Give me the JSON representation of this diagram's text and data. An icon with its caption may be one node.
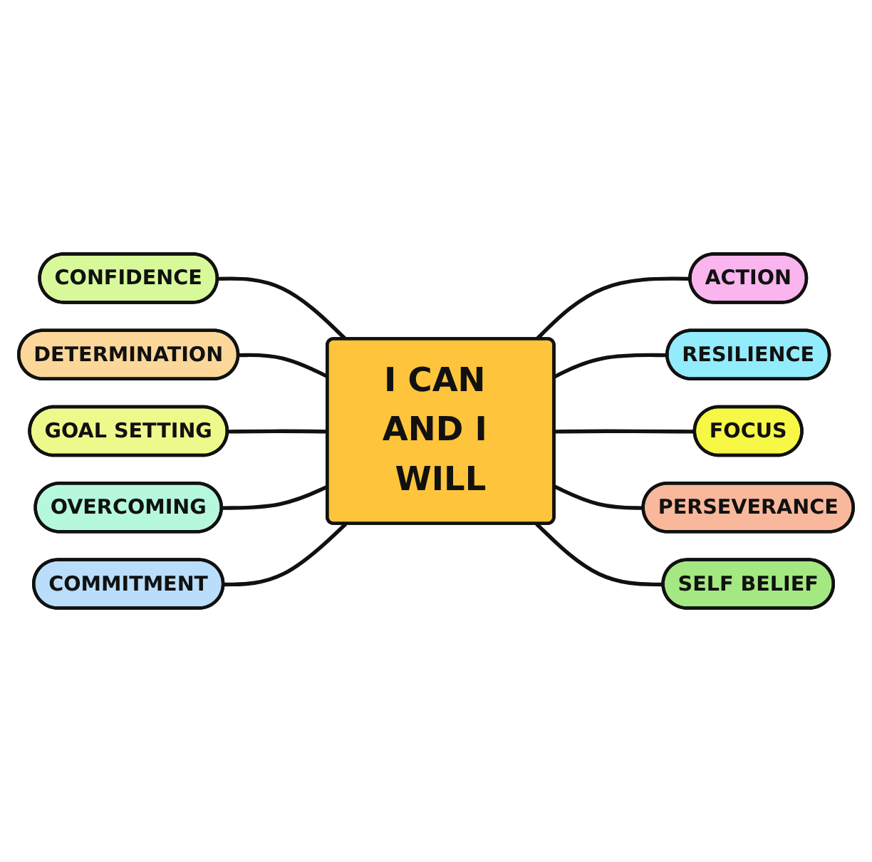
{
  "diagram": {
    "nodes": [
      {
        "text": [
          "I CAN AND I WILL"
        ]
      },
      {
        "text": [
          "CONFIDENCE"
        ]
      },
      {
        "text": [
          "DETERMINATION"
        ]
      },
      {
        "text": [
          "ACTION"
        ]
      },
      {
        "text": [
          "GOAL SETTING"
        ]
      },
      {
        "text": [
          "RESILIENCE"
        ]
      },
      {
        "text": [
          "OVERCOMING"
        ]
      },
      {
        "text": [
          "FOCUS"
        ]
      },
      {
        "text": [
          "COMMITMENT"
        ]
      },
      {
        "text": [
          "PERSEVERANCE"
        ]
      },
      {
        "text": [
          "SELF BELIEF"
        ]
      }
    ],
    "edges": [
      {
        "from": 1,
        "to": 0,
        "arrow": "none"
      },
      {
        "from": 2,
        "to": 0,
        "arrow": "none"
      },
      {
        "from": 4,
        "to": 0,
        "arrow": "none"
      },
      {
        "from": 6,
        "to": 0,
        "arrow": "none"
      },
      {
        "from": 8,
        "to": 0,
        "arrow": "none"
      },
      {
        "from": 0,
        "to": 3,
        "arrow": "none"
      },
      {
        "from": 0,
        "to": 5,
        "arrow": "none"
      },
      {
        "from": 0,
        "to": 7,
        "arrow": "none"
      },
      {
        "from": 0,
        "to": 9,
        "arrow": "none"
      },
      {
        "from": 0,
        "to": 10,
        "arrow": "none"
      }
    ]
  }
}
